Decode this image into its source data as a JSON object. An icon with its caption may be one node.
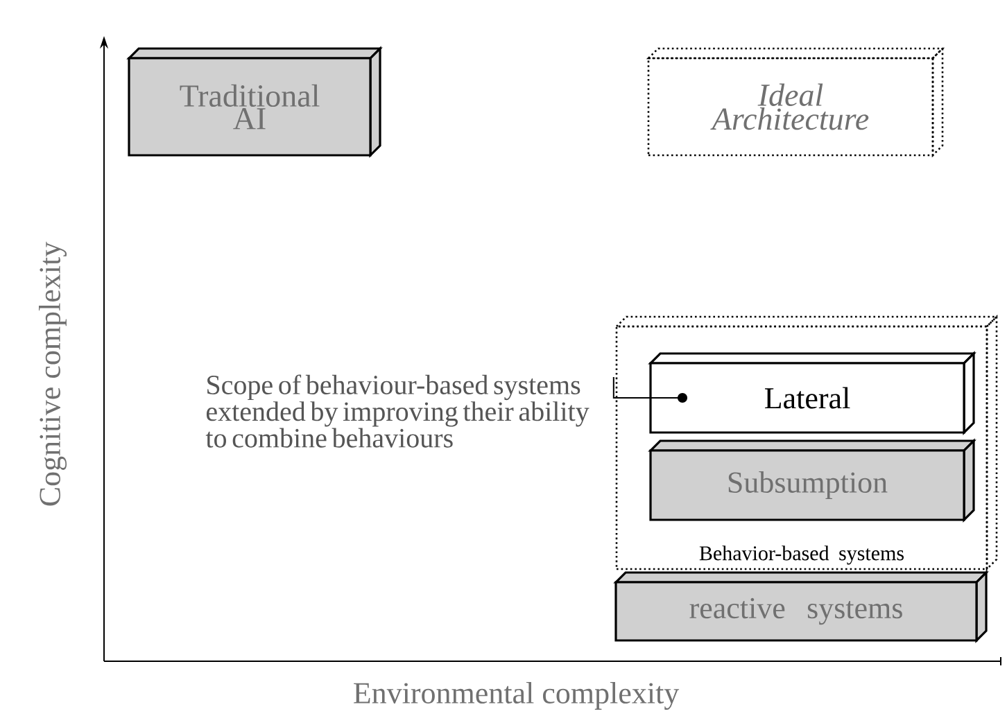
{
  "diagram": {
    "nodes": [
      {
        "text": [
          "Traditional AI"
        ]
      },
      {
        "text": [
          "Ideal Architecture"
        ]
      },
      {
        "text": [
          "Behavior-based systems"
        ]
      },
      {
        "text": [
          "Lateral"
        ],
        "in": 2
      },
      {
        "text": [
          "Subsumption"
        ],
        "in": 2
      },
      {
        "text": [
          "reactive systems"
        ]
      },
      {
        "text": [
          "Scope of behaviour-based systems extended by improving their ability to combine behaviours"
        ]
      }
    ],
    "edges": [
      {
        "from": 6,
        "to": 3,
        "arrow": "other"
      }
    ],
    "labels": [
      "Cognitive complexity",
      "Environmental complexity"
    ]
  }
}
